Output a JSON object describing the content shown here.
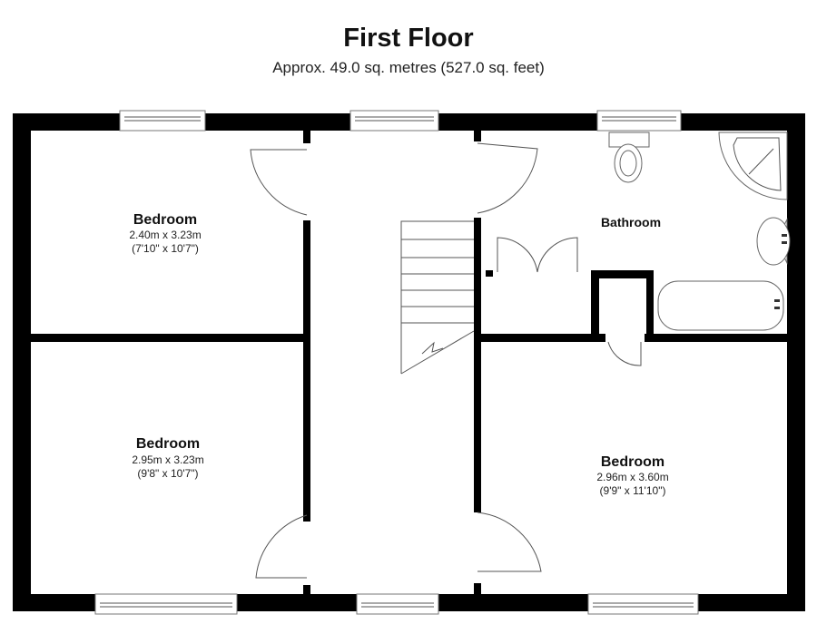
{
  "plan": {
    "title": "First Floor",
    "subtitle": "Approx. 49.0 sq. metres (527.0 sq. feet)"
  },
  "rooms": [
    {
      "name": "Bedroom",
      "metric": "2.40m x 3.23m",
      "imperial": "(7'10\" x 10'7\")"
    },
    {
      "name": "Bedroom",
      "metric": "2.95m x 3.23m",
      "imperial": "(9'8\" x 10'7\")"
    },
    {
      "name": "Bedroom",
      "metric": "2.96m x 3.60m",
      "imperial": "(9'9\" x 11'10\")"
    },
    {
      "name": "Bathroom"
    }
  ]
}
